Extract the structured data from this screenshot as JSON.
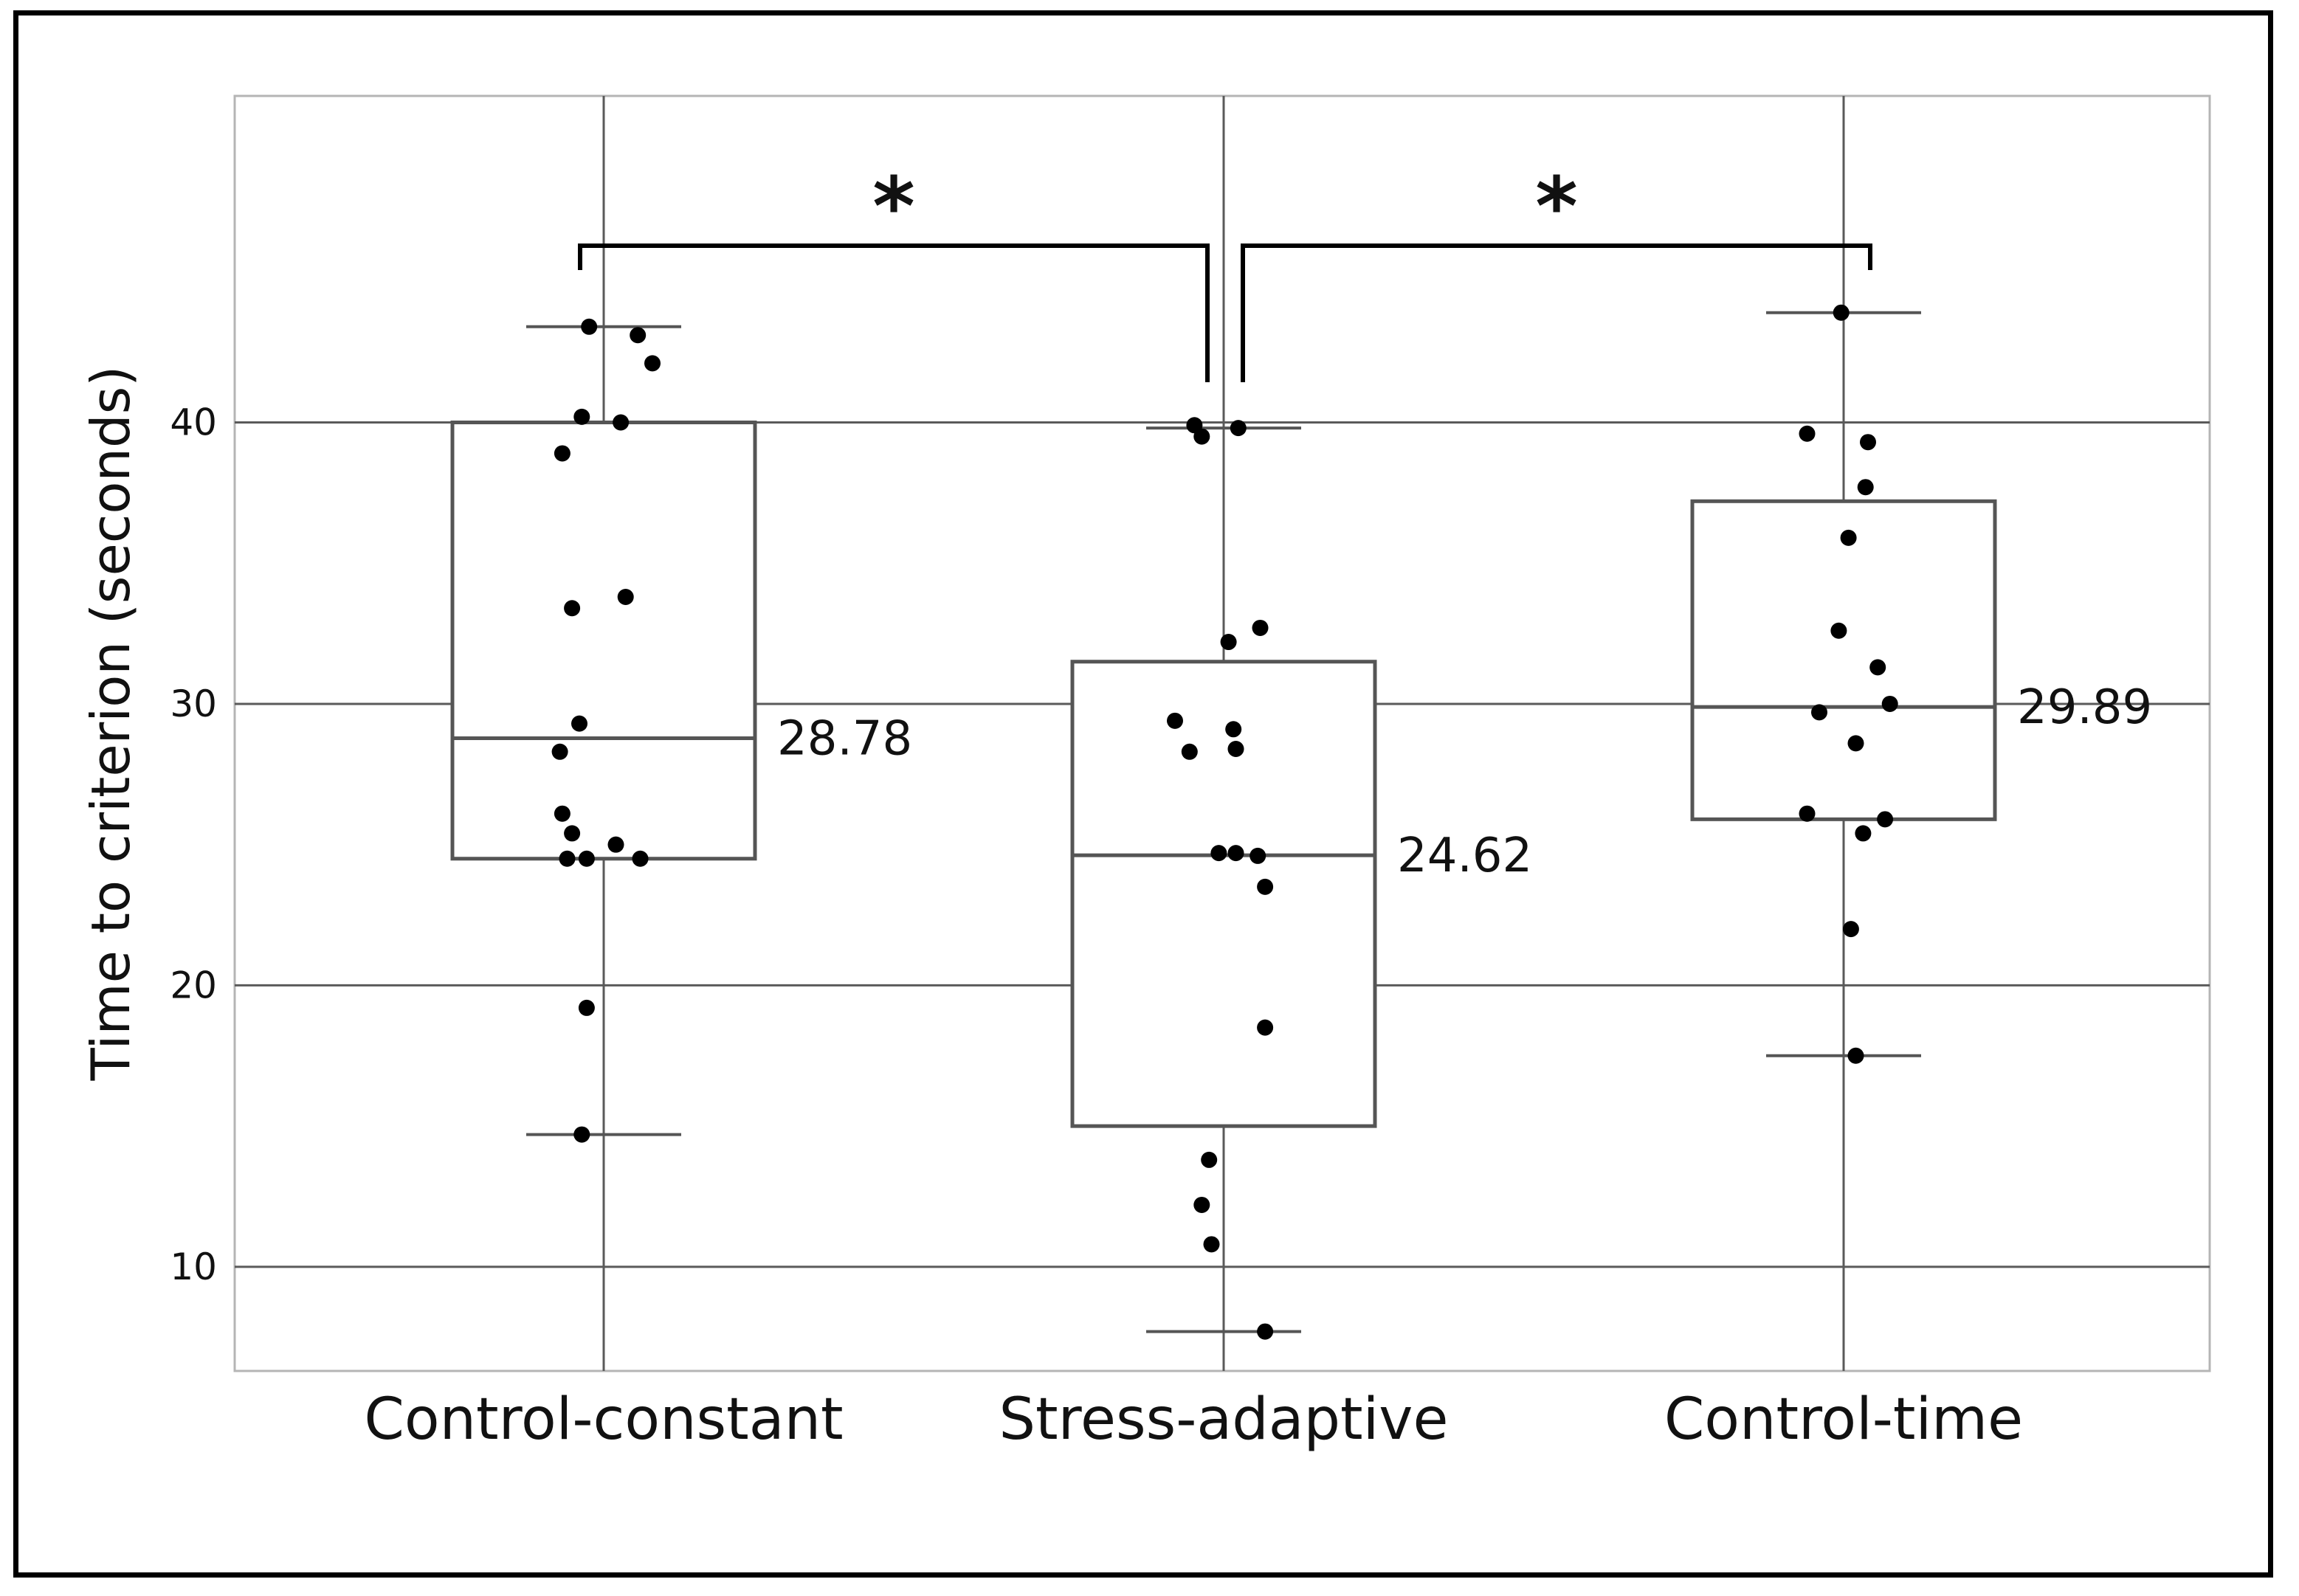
{
  "chart_data": {
    "type": "box",
    "ylabel": "Time to criterion (seconds)",
    "xlabel": "",
    "ylim": [
      6.3,
      51.6
    ],
    "yticks": [
      10,
      20,
      30,
      40
    ],
    "grid": true,
    "categories": [
      "Control-constant",
      "Stress-adaptive",
      "Control-time"
    ],
    "boxes": [
      {
        "name": "Control-constant",
        "whisker_low": 14.7,
        "q1": 24.5,
        "median": 28.78,
        "q3": 40.0,
        "whisker_high": 43.4,
        "median_label": "28.78"
      },
      {
        "name": "Stress-adaptive",
        "whisker_low": 7.7,
        "q1": 15.0,
        "median": 24.62,
        "q3": 31.5,
        "whisker_high": 39.8,
        "median_label": "24.62"
      },
      {
        "name": "Control-time",
        "whisker_low": 17.5,
        "q1": 25.9,
        "median": 29.89,
        "q3": 37.2,
        "whisker_high": 43.9,
        "median_label": "29.89"
      }
    ],
    "points": [
      [
        {
          "x": -0.06,
          "y": 43.4
        },
        {
          "x": 0.14,
          "y": 43.1
        },
        {
          "x": 0.2,
          "y": 42.1
        },
        {
          "x": -0.09,
          "y": 40.2
        },
        {
          "x": 0.07,
          "y": 40.0
        },
        {
          "x": -0.17,
          "y": 38.9
        },
        {
          "x": -0.13,
          "y": 33.4
        },
        {
          "x": 0.09,
          "y": 33.8
        },
        {
          "x": -0.1,
          "y": 29.3
        },
        {
          "x": -0.18,
          "y": 28.3
        },
        {
          "x": -0.17,
          "y": 26.1
        },
        {
          "x": -0.13,
          "y": 25.4
        },
        {
          "x": 0.05,
          "y": 25.0
        },
        {
          "x": -0.15,
          "y": 24.5
        },
        {
          "x": -0.07,
          "y": 24.5
        },
        {
          "x": 0.15,
          "y": 24.5
        },
        {
          "x": -0.07,
          "y": 19.2
        },
        {
          "x": -0.09,
          "y": 14.7
        }
      ],
      [
        {
          "x": -0.12,
          "y": 39.9
        },
        {
          "x": -0.09,
          "y": 39.5
        },
        {
          "x": 0.06,
          "y": 39.8
        },
        {
          "x": 0.15,
          "y": 32.7
        },
        {
          "x": 0.02,
          "y": 32.2
        },
        {
          "x": -0.2,
          "y": 29.4
        },
        {
          "x": -0.14,
          "y": 28.3
        },
        {
          "x": 0.04,
          "y": 29.1
        },
        {
          "x": 0.05,
          "y": 28.4
        },
        {
          "x": -0.02,
          "y": 24.7
        },
        {
          "x": 0.05,
          "y": 24.7
        },
        {
          "x": 0.14,
          "y": 24.6
        },
        {
          "x": 0.17,
          "y": 23.5
        },
        {
          "x": 0.17,
          "y": 18.5
        },
        {
          "x": -0.06,
          "y": 13.8
        },
        {
          "x": -0.09,
          "y": 12.2
        },
        {
          "x": -0.05,
          "y": 10.8
        },
        {
          "x": 0.17,
          "y": 7.7
        }
      ],
      [
        {
          "x": -0.01,
          "y": 43.9
        },
        {
          "x": -0.15,
          "y": 39.6
        },
        {
          "x": 0.1,
          "y": 39.3
        },
        {
          "x": 0.09,
          "y": 37.7
        },
        {
          "x": 0.02,
          "y": 35.9
        },
        {
          "x": -0.02,
          "y": 32.6
        },
        {
          "x": 0.14,
          "y": 31.3
        },
        {
          "x": -0.1,
          "y": 29.7
        },
        {
          "x": 0.19,
          "y": 30.0
        },
        {
          "x": 0.05,
          "y": 28.6
        },
        {
          "x": -0.15,
          "y": 26.1
        },
        {
          "x": 0.17,
          "y": 25.9
        },
        {
          "x": 0.08,
          "y": 25.4
        },
        {
          "x": 0.03,
          "y": 22.0
        },
        {
          "x": 0.05,
          "y": 17.5
        }
      ]
    ],
    "significance": [
      {
        "from": "Control-constant",
        "to": "Stress-adaptive",
        "label": "*"
      },
      {
        "from": "Stress-adaptive",
        "to": "Control-time",
        "label": "*"
      }
    ]
  }
}
